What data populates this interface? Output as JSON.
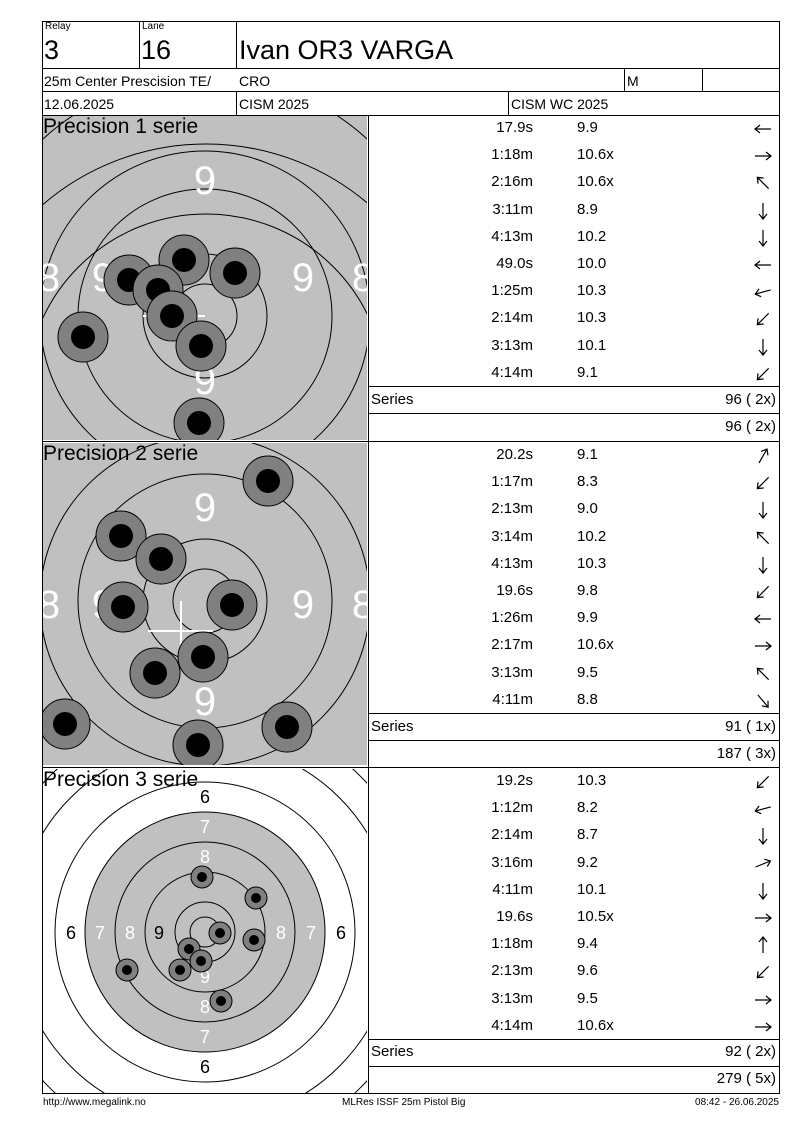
{
  "header": {
    "relay_label": "Relay",
    "relay": "3",
    "lane_label": "Lane",
    "lane": "16",
    "shooter": "Ivan OR3 VARGA",
    "event": "25m Center Prescision TE/",
    "nation": "CRO",
    "gender": "M",
    "date": "12.06.2025",
    "competition": "CISM 2025",
    "match": "CISM WC 2025"
  },
  "series": [
    {
      "title": "Precision 1 serie",
      "shots": [
        {
          "time": "17.9s",
          "score": "9.9",
          "dir": "W"
        },
        {
          "time": "1:18m",
          "score": "10.6x",
          "dir": "E"
        },
        {
          "time": "2:16m",
          "score": "10.6x",
          "dir": "NW"
        },
        {
          "time": "3:11m",
          "score": "8.9",
          "dir": "S"
        },
        {
          "time": "4:13m",
          "score": "10.2",
          "dir": "S"
        },
        {
          "time": "49.0s",
          "score": "10.0",
          "dir": "W"
        },
        {
          "time": "1:25m",
          "score": "10.3",
          "dir": "WSW"
        },
        {
          "time": "2:14m",
          "score": "10.3",
          "dir": "SW"
        },
        {
          "time": "3:13m",
          "score": "10.1",
          "dir": "S"
        },
        {
          "time": "4:14m",
          "score": "9.1",
          "dir": "SW"
        }
      ],
      "series_label": "Series",
      "series_total": "96 ( 2x)",
      "running_total": "96 ( 2x)"
    },
    {
      "title": "Precision 2 serie",
      "shots": [
        {
          "time": "20.2s",
          "score": "9.1",
          "dir": "NE"
        },
        {
          "time": "1:17m",
          "score": "8.3",
          "dir": "SW"
        },
        {
          "time": "2:13m",
          "score": "9.0",
          "dir": "S"
        },
        {
          "time": "3:14m",
          "score": "10.2",
          "dir": "NW"
        },
        {
          "time": "4:13m",
          "score": "10.3",
          "dir": "S"
        },
        {
          "time": "19.6s",
          "score": "9.8",
          "dir": "SW"
        },
        {
          "time": "1:26m",
          "score": "9.9",
          "dir": "W"
        },
        {
          "time": "2:17m",
          "score": "10.6x",
          "dir": "E"
        },
        {
          "time": "3:13m",
          "score": "9.5",
          "dir": "NW"
        },
        {
          "time": "4:11m",
          "score": "8.8",
          "dir": "SE"
        }
      ],
      "series_label": "Series",
      "series_total": "91 ( 1x)",
      "running_total": "187 ( 3x)"
    },
    {
      "title": "Precision 3 serie",
      "shots": [
        {
          "time": "19.2s",
          "score": "10.3",
          "dir": "SW"
        },
        {
          "time": "1:12m",
          "score": "8.2",
          "dir": "WSW"
        },
        {
          "time": "2:14m",
          "score": "8.7",
          "dir": "S"
        },
        {
          "time": "3:16m",
          "score": "9.2",
          "dir": "ENE"
        },
        {
          "time": "4:11m",
          "score": "10.1",
          "dir": "S"
        },
        {
          "time": "19.6s",
          "score": "10.5x",
          "dir": "E"
        },
        {
          "time": "1:18m",
          "score": "9.4",
          "dir": "N"
        },
        {
          "time": "2:13m",
          "score": "9.6",
          "dir": "SW"
        },
        {
          "time": "3:13m",
          "score": "9.5",
          "dir": "E"
        },
        {
          "time": "4:14m",
          "score": "10.6x",
          "dir": "E"
        }
      ],
      "series_label": "Series",
      "series_total": "92 ( 2x)",
      "running_total": "279 ( 5x)"
    }
  ],
  "footer": {
    "url": "http://www.megalink.no",
    "program": "MLRes ISSF 25m Pistol Big",
    "timestamp": "08:42 - 26.06.2025"
  },
  "colors": {
    "target_gray": "#c0c0c0",
    "hole_ring": "#808080",
    "hole_center": "#000000"
  },
  "icons": {
    "shot_direction": "arrow-icon",
    "target_center": "cross-icon"
  }
}
